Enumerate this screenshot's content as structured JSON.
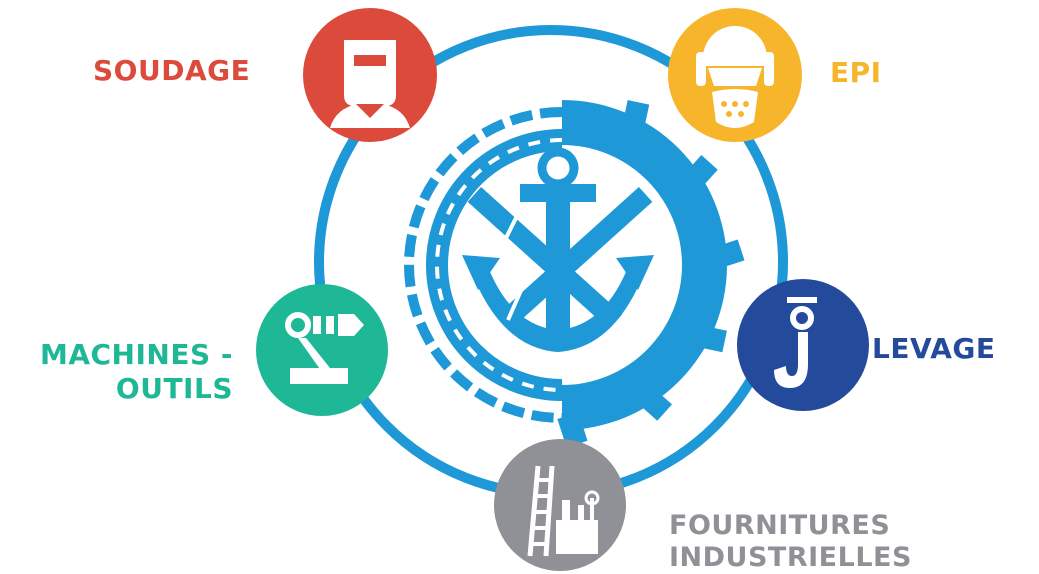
{
  "categories": [
    {
      "id": "soudage",
      "lines": [
        "SOUDAGE"
      ],
      "color": "#dc4a3c",
      "icon": "welder-mask-icon"
    },
    {
      "id": "epi",
      "lines": [
        "EPI"
      ],
      "color": "#f7b52c",
      "icon": "safety-gear-icon"
    },
    {
      "id": "machines",
      "lines": [
        "MACHINES -",
        "OUTILS"
      ],
      "color": "#1fb896",
      "icon": "robot-arm-icon"
    },
    {
      "id": "levage",
      "lines": [
        "LEVAGE"
      ],
      "color": "#244a9c",
      "icon": "crane-hook-icon"
    },
    {
      "id": "fournitures",
      "lines": [
        "FOURNITURES",
        "INDUSTRIELLES"
      ],
      "color": "#8f9196",
      "icon": "ladder-tools-icon"
    }
  ],
  "ring_color": "#1e98d7",
  "logo": {
    "icon": "anchor-gear-logo",
    "color": "#1e98d7"
  }
}
